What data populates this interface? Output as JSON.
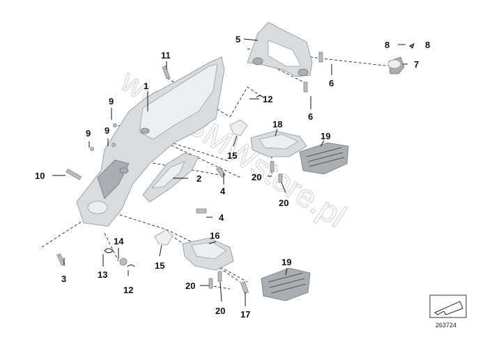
{
  "callouts": {
    "c1": "1",
    "c2": "2",
    "c3": "3",
    "c4a": "4",
    "c4b": "4",
    "c5": "5",
    "c6a": "6",
    "c6b": "6",
    "c7": "7",
    "c8a": "8",
    "c8b": "8",
    "c9a": "9",
    "c9b": "9",
    "c9c": "9",
    "c10": "10",
    "c11": "11",
    "c12a": "12",
    "c12b": "12",
    "c13": "13",
    "c14": "14",
    "c15a": "15",
    "c15b": "15",
    "c16": "16",
    "c17": "17",
    "c18": "18",
    "c19a": "19",
    "c19b": "19",
    "c20a": "20",
    "c20b": "20",
    "c20c": "20",
    "c20d": "20"
  },
  "watermark": "www.BMWstore.pl",
  "reference_number": "263724",
  "colors": {
    "line": "#111111",
    "part_fill": "#d9dcdf",
    "watermark": "#9aa0a6"
  }
}
